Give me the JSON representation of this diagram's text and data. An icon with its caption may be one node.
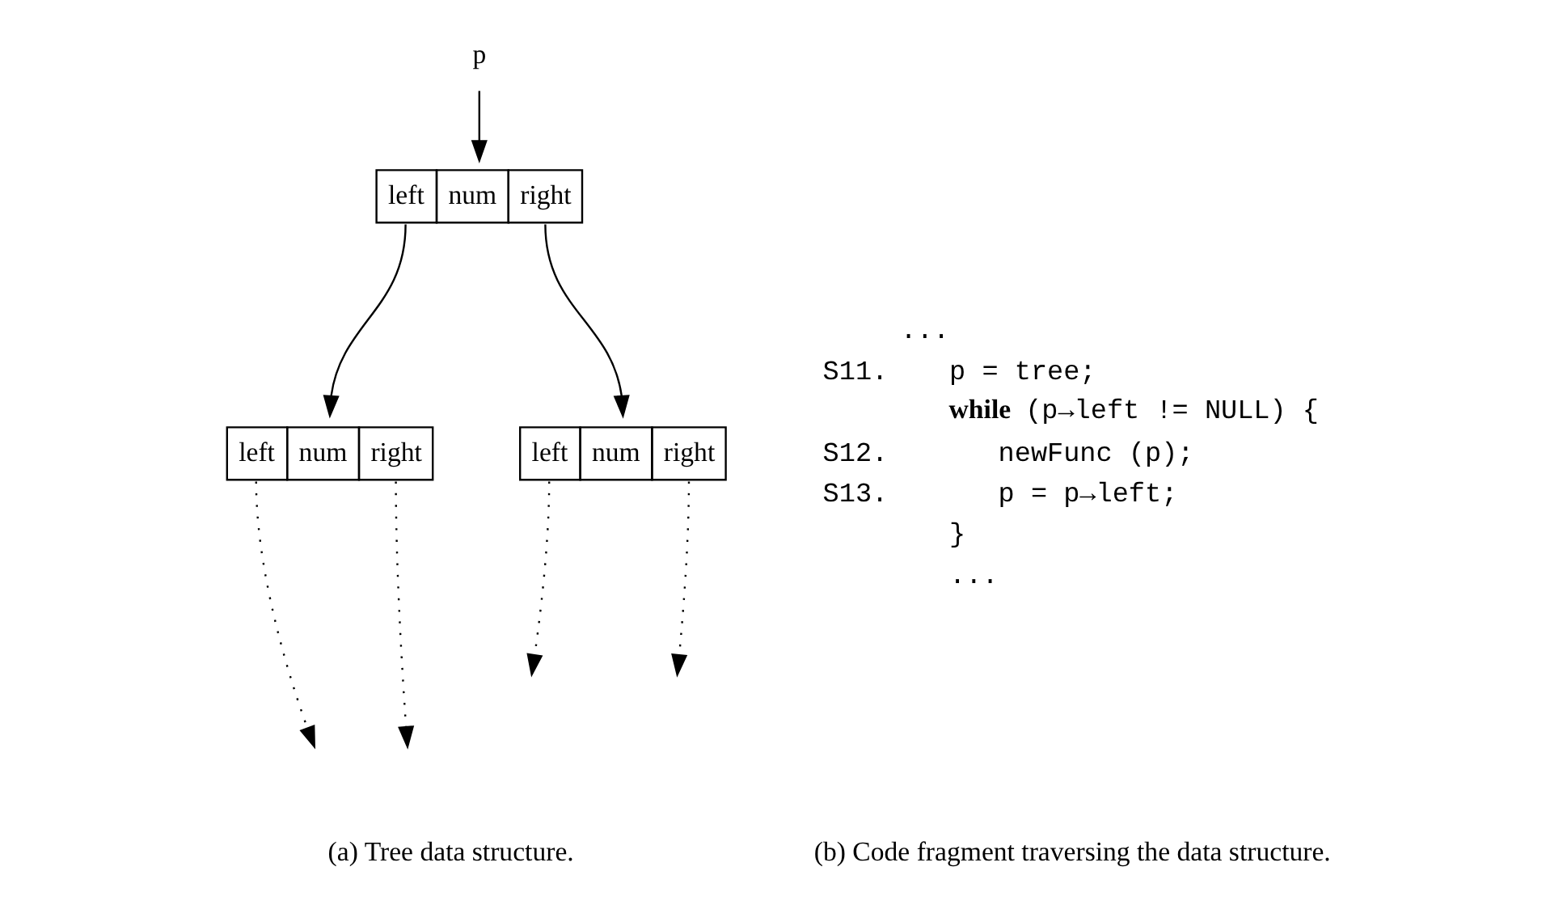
{
  "diagram": {
    "nodes": [
      {
        "text": [
          "p"
        ]
      },
      {
        "text": [
          "left",
          "num",
          "right"
        ]
      },
      {
        "text": [
          "left",
          "num",
          "right"
        ]
      },
      {
        "text": [
          "left",
          "num",
          "right"
        ]
      }
    ],
    "edges": [
      {
        "from": 0,
        "to": 1,
        "arrow": "to"
      },
      {
        "from": 1,
        "to": 2,
        "arrow": "to"
      },
      {
        "from": 1,
        "to": 3,
        "arrow": "to"
      },
      {
        "from": 2,
        "to": null,
        "arrow": "to",
        "style": "dashed"
      },
      {
        "from": 2,
        "to": null,
        "arrow": "to",
        "style": "dashed"
      },
      {
        "from": 3,
        "to": null,
        "arrow": "to",
        "style": "dashed"
      },
      {
        "from": 3,
        "to": null,
        "arrow": "to",
        "style": "dashed"
      }
    ],
    "labels": [
      "...",
      "S11.",
      "p = tree;",
      "**while** (p→left != NULL) {",
      "S12.",
      "newFunc (p);",
      "S13.",
      "p = p→left;",
      "}",
      "...",
      "(a) Tree data structure.",
      "(b) Code fragment traversing the data structure."
    ]
  }
}
